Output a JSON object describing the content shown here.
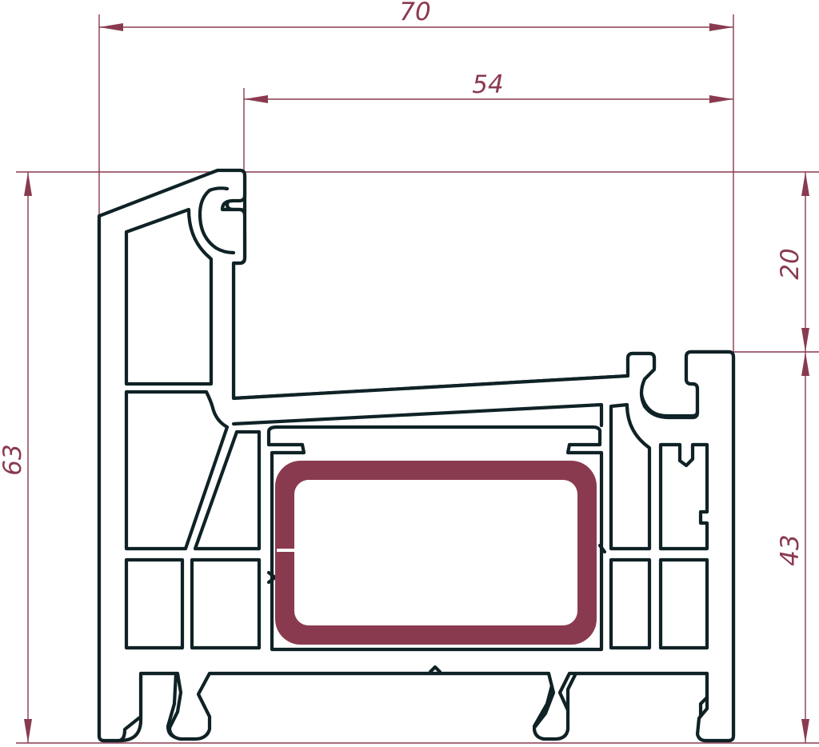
{
  "drawing": {
    "colors": {
      "dimension": "#8a3a4f",
      "profile_outline": "#0f2226",
      "reinforcement": "#8a3a4f",
      "background": "#ffffff"
    },
    "dimensions": {
      "overall_width": "70",
      "glass_width": "54",
      "overall_height": "63",
      "upper_height": "20",
      "lower_height": "43"
    }
  }
}
